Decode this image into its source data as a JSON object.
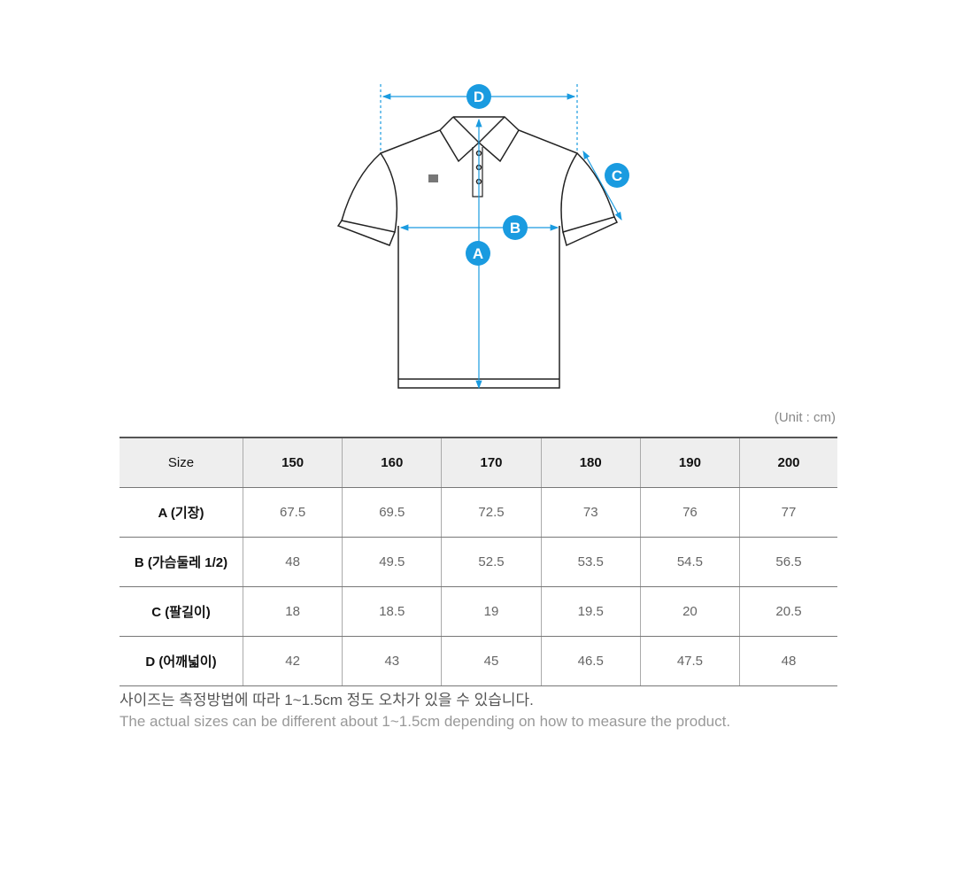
{
  "diagram": {
    "labels": [
      "A",
      "B",
      "C",
      "D"
    ],
    "accent": "#1a9be0"
  },
  "unit": "(Unit : cm)",
  "table": {
    "header": [
      "Size",
      "150",
      "160",
      "170",
      "180",
      "190",
      "200"
    ],
    "rows": [
      [
        "A (기장)",
        "67.5",
        "69.5",
        "72.5",
        "73",
        "76",
        "77"
      ],
      [
        "B (가슴둘레 1/2)",
        "48",
        "49.5",
        "52.5",
        "53.5",
        "54.5",
        "56.5"
      ],
      [
        "C (팔길이)",
        "18",
        "18.5",
        "19",
        "19.5",
        "20",
        "20.5"
      ],
      [
        "D (어깨넓이)",
        "42",
        "43",
        "45",
        "46.5",
        "47.5",
        "48"
      ]
    ]
  },
  "notes": {
    "ko": "사이즈는 측정방법에 따라 1~1.5cm 정도 오차가 있을 수 있습니다.",
    "en": "The actual sizes can be different about 1~1.5cm depending on how to measure the product."
  }
}
